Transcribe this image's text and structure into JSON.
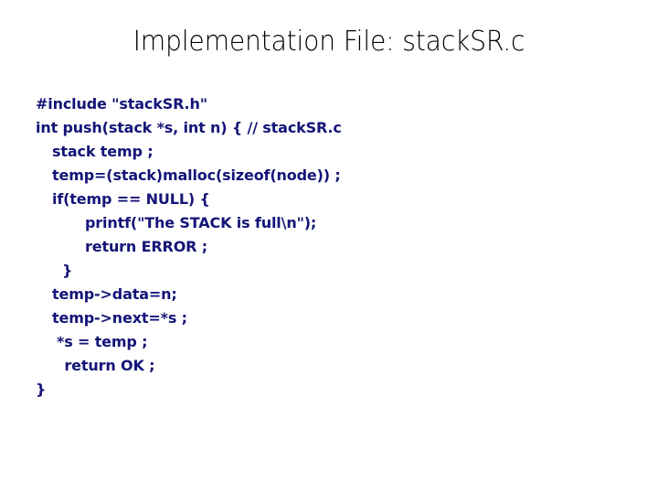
{
  "slide": {
    "title": "Implementation File: stackSR.c",
    "background_color": "#ffffff",
    "title_color": "#000000",
    "code_color": "#141478",
    "code": {
      "lines": [
        {
          "text": "#include \"stackSR.h\"",
          "indent": "ind-0"
        },
        {
          "text": "int push(stack *s, int n) { // stackSR.c",
          "indent": "ind-0"
        },
        {
          "text": "stack temp ;",
          "indent": "ind-1"
        },
        {
          "text": "temp=(stack)malloc(sizeof(node)) ;",
          "indent": "ind-1"
        },
        {
          "text": "if(temp == NULL) {",
          "indent": "ind-1"
        },
        {
          "text": "printf(\"The STACK is full\\n\");",
          "indent": "ind-2"
        },
        {
          "text": "return ERROR ;",
          "indent": "ind-2"
        },
        {
          "text": "}",
          "indent": "ind-brace-inner"
        },
        {
          "text": "temp->data=n;",
          "indent": "ind-1"
        },
        {
          "text": "temp->next=*s ;",
          "indent": "ind-1"
        },
        {
          "text": "*s = temp ;",
          "indent": "ind-star"
        },
        {
          "text": " return OK ;",
          "indent": "ind-ret-ok"
        },
        {
          "text": "}",
          "indent": "ind-0"
        }
      ]
    }
  }
}
